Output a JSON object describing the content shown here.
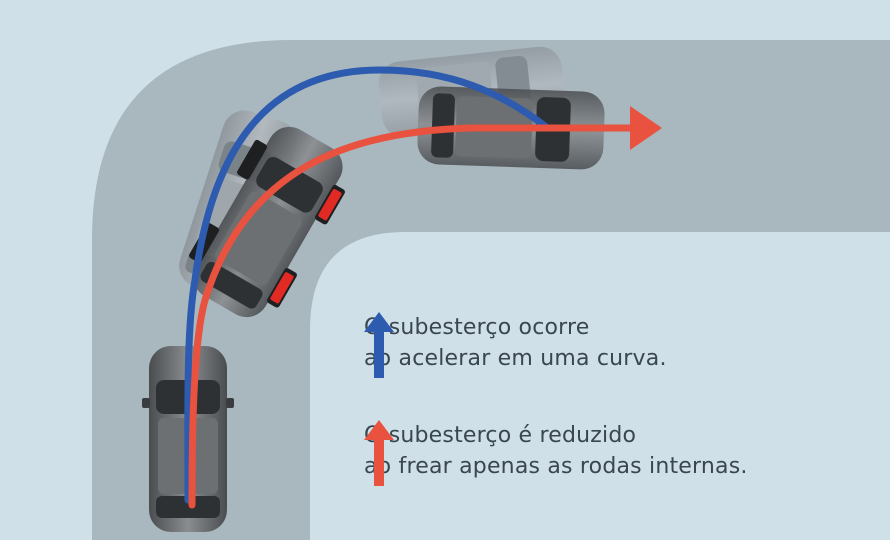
{
  "colors": {
    "background": "#cfe0e8",
    "road": "#a9b7bf",
    "blue_path": "#2d5bb0",
    "red_path": "#e8523e",
    "text": "#3a4650"
  },
  "legend": {
    "blue": {
      "icon": "blue-up-arrow-icon",
      "line1": "O subesterço ocorre",
      "line2": "ao acelerar em uma curva."
    },
    "red": {
      "icon": "red-up-arrow-icon",
      "line1": "O subesterço é reduzido",
      "line2": "ao frear apenas as rodas internas."
    }
  }
}
